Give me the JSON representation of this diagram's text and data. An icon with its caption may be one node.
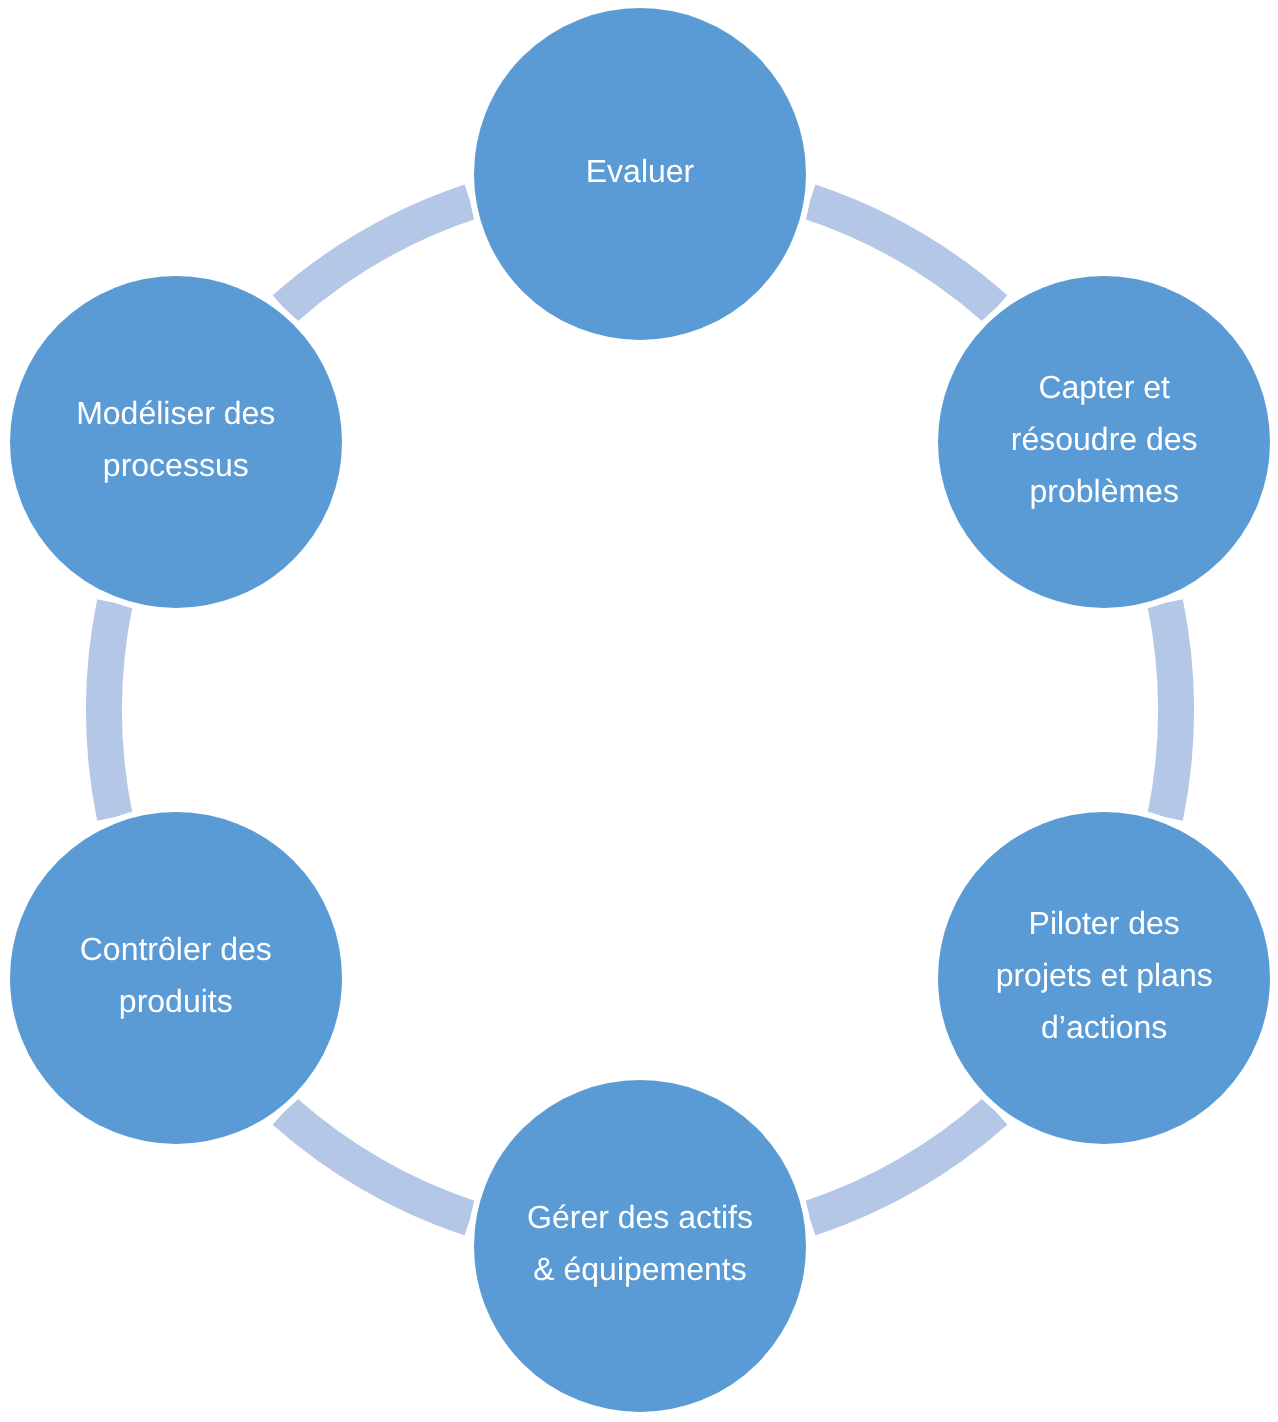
{
  "diagram": {
    "nodes": [
      {
        "text": [
          "Evaluer"
        ]
      },
      {
        "text": [
          "Capter et résoudre des problèmes"
        ]
      },
      {
        "text": [
          "Piloter des projets et plans d’actions"
        ]
      },
      {
        "text": [
          "Gérer des actifs & équipements"
        ]
      },
      {
        "text": [
          "Contrôler des produits"
        ]
      },
      {
        "text": [
          "Modéliser des processus"
        ]
      }
    ],
    "edges": [
      {
        "from": 0,
        "to": 1,
        "arrow": "none"
      },
      {
        "from": 1,
        "to": 2,
        "arrow": "none"
      },
      {
        "from": 2,
        "to": 3,
        "arrow": "none"
      },
      {
        "from": 3,
        "to": 4,
        "arrow": "none"
      },
      {
        "from": 4,
        "to": 5,
        "arrow": "none"
      },
      {
        "from": 5,
        "to": 0,
        "arrow": "none"
      }
    ]
  }
}
